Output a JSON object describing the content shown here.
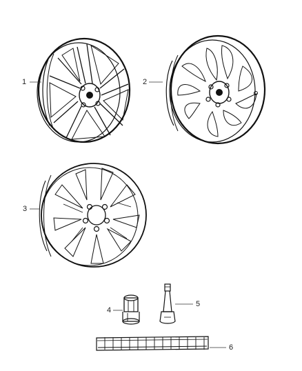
{
  "callouts": {
    "c1": "1",
    "c2": "2",
    "c3": "3",
    "c4": "4",
    "c5": "5",
    "c6": "6"
  },
  "parts": {
    "p1": "wheel-five-double-spoke-icon",
    "p2": "wheel-split-spoke-icon",
    "p3": "wheel-ten-spoke-icon",
    "p4": "lug-nut-icon",
    "p5": "tire-valve-stem-icon",
    "p6": "wheel-balance-weight-strip-icon"
  },
  "colors": {
    "line": "#111111",
    "background": "#ffffff"
  }
}
